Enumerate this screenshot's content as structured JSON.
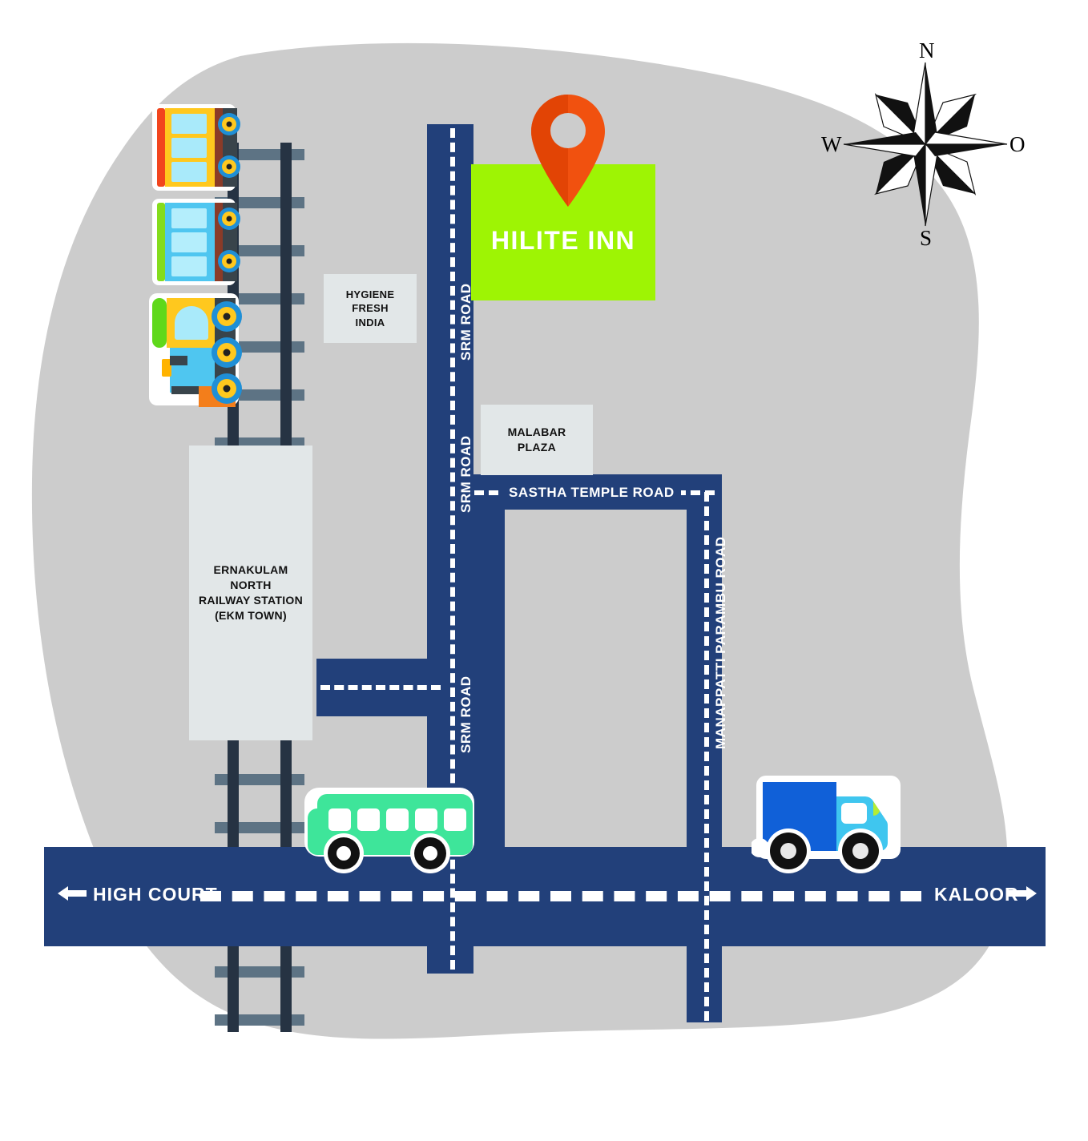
{
  "map": {
    "title": "HILITE INN location map",
    "colors": {
      "land": "#cccccc",
      "road": "#22407a",
      "highlight": "#9ef404",
      "building": "#e2e7e8",
      "rail": "#263343",
      "sleeper": "#5d7384",
      "pin": "#ef4b0f",
      "pin_shade": "#e03d06",
      "road_text": "#ffffff"
    }
  },
  "destination": {
    "name": "HILITE INN",
    "pin_icon": "map-pin-icon"
  },
  "compass": {
    "icon": "compass-rose-icon",
    "north": "N",
    "south": "S",
    "west": "W",
    "east": "O"
  },
  "buildings": [
    {
      "id": "hygiene-fresh-india",
      "name": "HYGIENE\nFRESH\nINDIA",
      "lines": [
        "HYGIENE",
        "FRESH",
        "INDIA"
      ]
    },
    {
      "id": "malabar-plaza",
      "name": "MALABAR PLAZA",
      "lines": [
        "MALABAR",
        "PLAZA"
      ]
    },
    {
      "id": "ernakulam-north-railway-station",
      "name": "ERNAKULAM NORTH RAILWAY STATION (EKM TOWN)",
      "lines": [
        "ERNAKULAM",
        "NORTH",
        "RAILWAY STATION",
        "(EKM TOWN)"
      ]
    }
  ],
  "roads": [
    {
      "id": "srm-road-upper",
      "label": "SRM ROAD",
      "orientation": "vertical"
    },
    {
      "id": "srm-road-mid",
      "label": "SRM ROAD",
      "orientation": "vertical"
    },
    {
      "id": "srm-road-lower",
      "label": "SRM ROAD",
      "orientation": "vertical"
    },
    {
      "id": "sastha-temple-road",
      "label": "SASTHA TEMPLE ROAD",
      "orientation": "horizontal"
    },
    {
      "id": "manappatti-parambu-road",
      "label": "MANAPPATTI PARAMBU ROAD",
      "orientation": "vertical"
    }
  ],
  "main_road": {
    "left_destination": "HIGH COURT",
    "left_arrow_icon": "arrow-left-icon",
    "right_destination": "KALOOR",
    "right_arrow_icon": "arrow-right-icon"
  },
  "vehicles": [
    {
      "id": "bus",
      "icon": "bus-icon",
      "color": "#3ee59a"
    },
    {
      "id": "truck",
      "icon": "truck-icon",
      "body_color": "#1060d8",
      "cab_color": "#3fc6ef"
    },
    {
      "id": "train",
      "icon": "train-icon",
      "cars": [
        "#ffc81e",
        "#4fc6f0",
        "#ffc81e"
      ]
    }
  ],
  "railway": {
    "id": "railway-track",
    "icon": "railway-track-icon"
  }
}
